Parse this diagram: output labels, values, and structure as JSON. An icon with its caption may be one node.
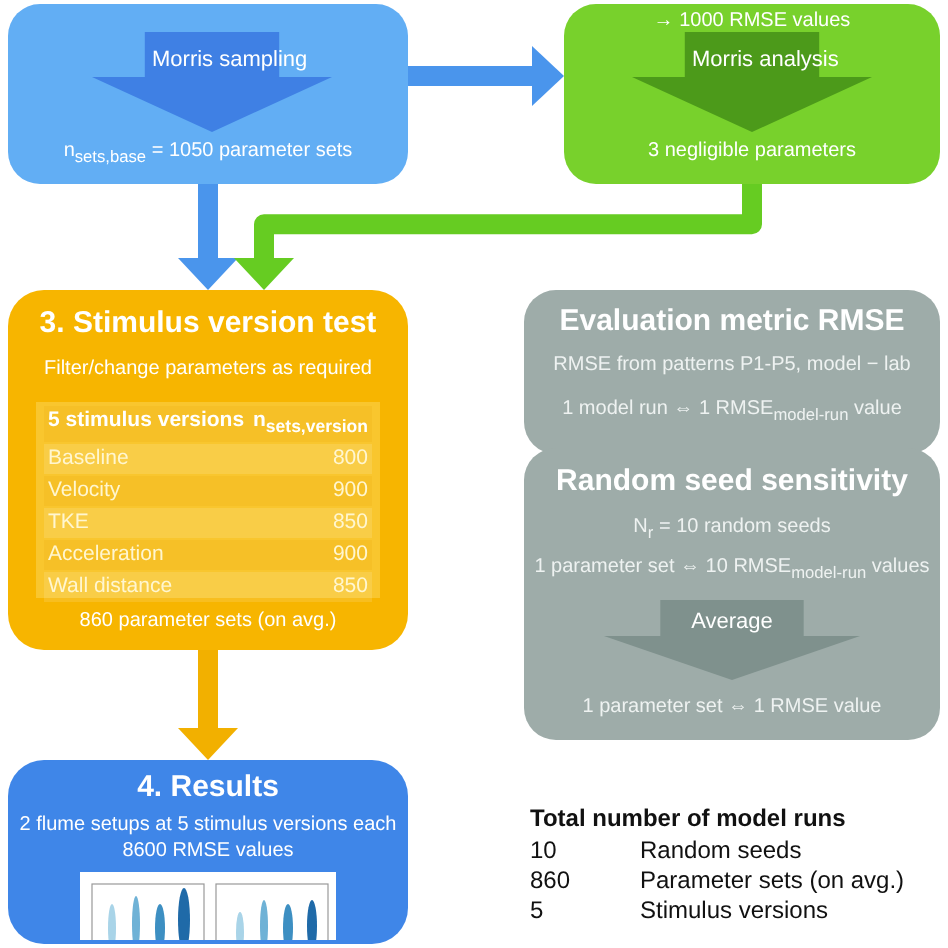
{
  "diagram": {
    "nodes": [
      {
        "text": [
          "n$_{sets,base}$ = 1050 parameter sets"
        ]
      },
      {
        "text": [
          "Morris sampling"
        ],
        "in": 0
      },
      {
        "text": [
          "→ 1000 RMSE values",
          "3 negligible parameters"
        ]
      },
      {
        "text": [
          "Morris analysis"
        ],
        "in": 2
      },
      {
        "text": [
          "3. Stimulus version test",
          "Filter/change parameters as required",
          "860 parameter sets (on avg.)"
        ]
      },
      {
        "text": [
          "5 stimulus versions",
          "n$_{sets,version}$",
          "Baseline",
          "800",
          "Velocity",
          "900",
          "TKE",
          "850",
          "Acceleration",
          "900",
          "Wall distance",
          "850"
        ],
        "in": 4
      },
      {
        "text": [
          "4. Results",
          "2 flume setups at 5 stimulus versions each",
          "8600 RMSE values"
        ]
      },
      {
        "text": [
          "Evaluation metric RMSE",
          "RMSE from patterns P1-P5, model − lab",
          "1 model run ⇔ 1 RMSE$_{model-run}$ value"
        ]
      },
      {
        "text": [
          "Random seed sensitivity",
          "N$_{r}$ = 10 random seeds",
          "1 parameter set ⇔ 10 RMSE$_{model-run}$ values",
          "1 parameter set ⇔ 1 RMSE value"
        ]
      },
      {
        "text": [
          "Average"
        ],
        "in": 8
      }
    ],
    "edges": [
      {
        "from": 0,
        "to": 2,
        "arrow": "to",
        "color": "#4a95ec"
      },
      {
        "from": 0,
        "to": 4,
        "arrow": "to",
        "color": "#4a95ec"
      },
      {
        "from": 2,
        "to": 4,
        "arrow": "to",
        "color": "#66cc22"
      },
      {
        "from": 4,
        "to": 6,
        "arrow": "to",
        "color": "#f2b000"
      }
    ],
    "labels": [
      "Total number of model runs",
      "10",
      "Random seeds",
      "860",
      "Parameter sets (on avg.)",
      "5",
      "Stimulus versions"
    ]
  }
}
